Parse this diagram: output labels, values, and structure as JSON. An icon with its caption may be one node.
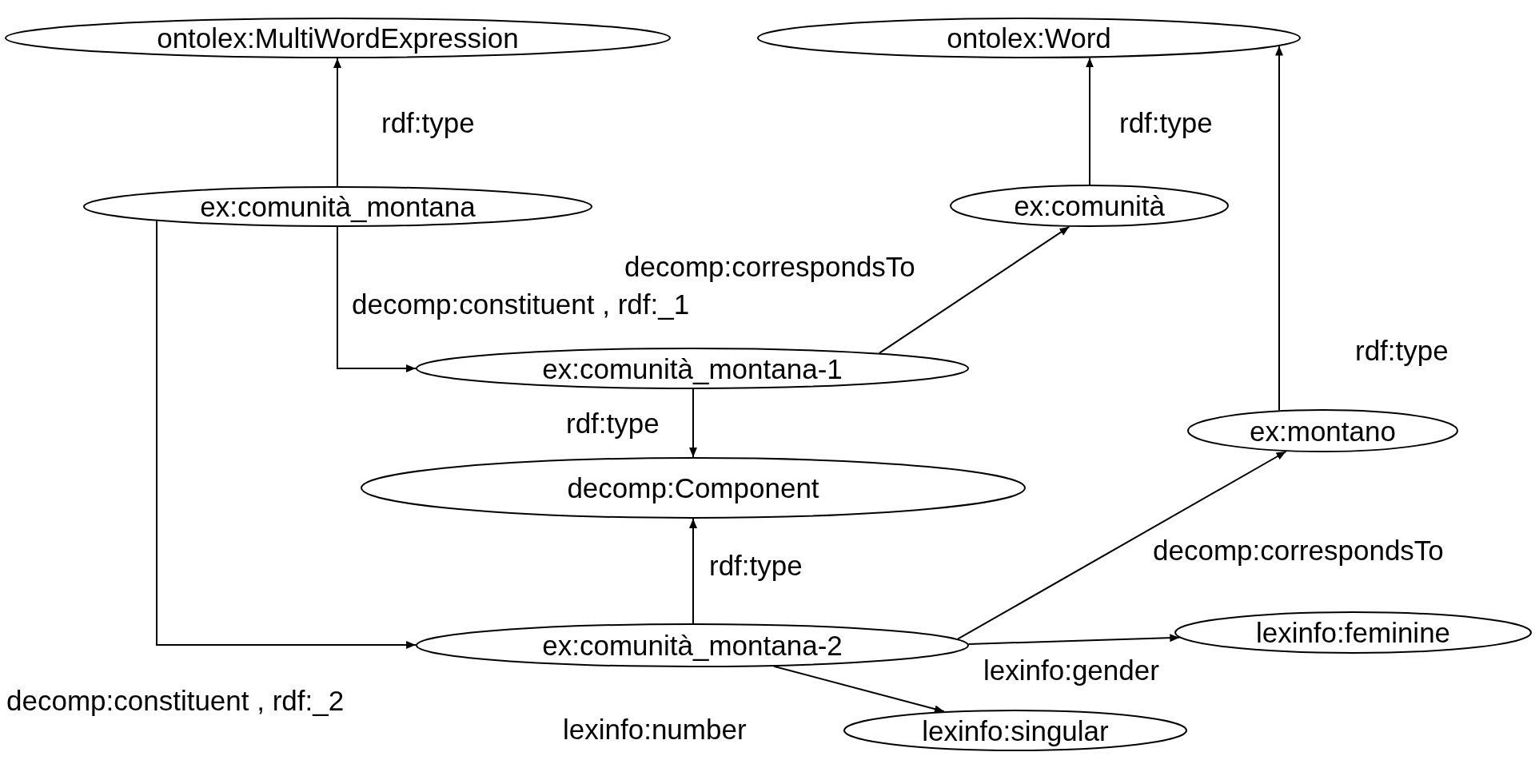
{
  "diagram": {
    "nodes": [
      {
        "text": [
          "ontolex:MultiWordExpression"
        ]
      },
      {
        "text": [
          "ontolex:Word"
        ]
      },
      {
        "text": [
          "ex:comunità_montana"
        ]
      },
      {
        "text": [
          "ex:comunità"
        ]
      },
      {
        "text": [
          "ex:comunità_montana-1"
        ]
      },
      {
        "text": [
          "ex:montano"
        ]
      },
      {
        "text": [
          "decomp:Component"
        ]
      },
      {
        "text": [
          "ex:comunità_montana-2"
        ]
      },
      {
        "text": [
          "lexinfo:feminine"
        ]
      },
      {
        "text": [
          "lexinfo:singular"
        ]
      }
    ],
    "edges": [
      {
        "from": 2,
        "to": 0,
        "arrow": "to",
        "label": "rdf:type"
      },
      {
        "from": 3,
        "to": 1,
        "arrow": "to",
        "label": "rdf:type"
      },
      {
        "from": 5,
        "to": 1,
        "arrow": "to",
        "label": "rdf:type"
      },
      {
        "from": 2,
        "to": 4,
        "arrow": "to",
        "label": "decomp:constituent , rdf:_1"
      },
      {
        "from": 2,
        "to": 7,
        "arrow": "to",
        "label": "decomp:constituent , rdf:_2"
      },
      {
        "from": 4,
        "to": 3,
        "arrow": "to",
        "label": "decomp:correspondsTo"
      },
      {
        "from": 4,
        "to": 6,
        "arrow": "to",
        "label": "rdf:type"
      },
      {
        "from": 7,
        "to": 6,
        "arrow": "to",
        "label": "rdf:type"
      },
      {
        "from": 7,
        "to": 5,
        "arrow": "to",
        "label": "decomp:correspondsTo"
      },
      {
        "from": 7,
        "to": 8,
        "arrow": "to",
        "label": "lexinfo:gender"
      },
      {
        "from": 7,
        "to": 9,
        "arrow": "to",
        "label": "lexinfo:number"
      }
    ]
  }
}
